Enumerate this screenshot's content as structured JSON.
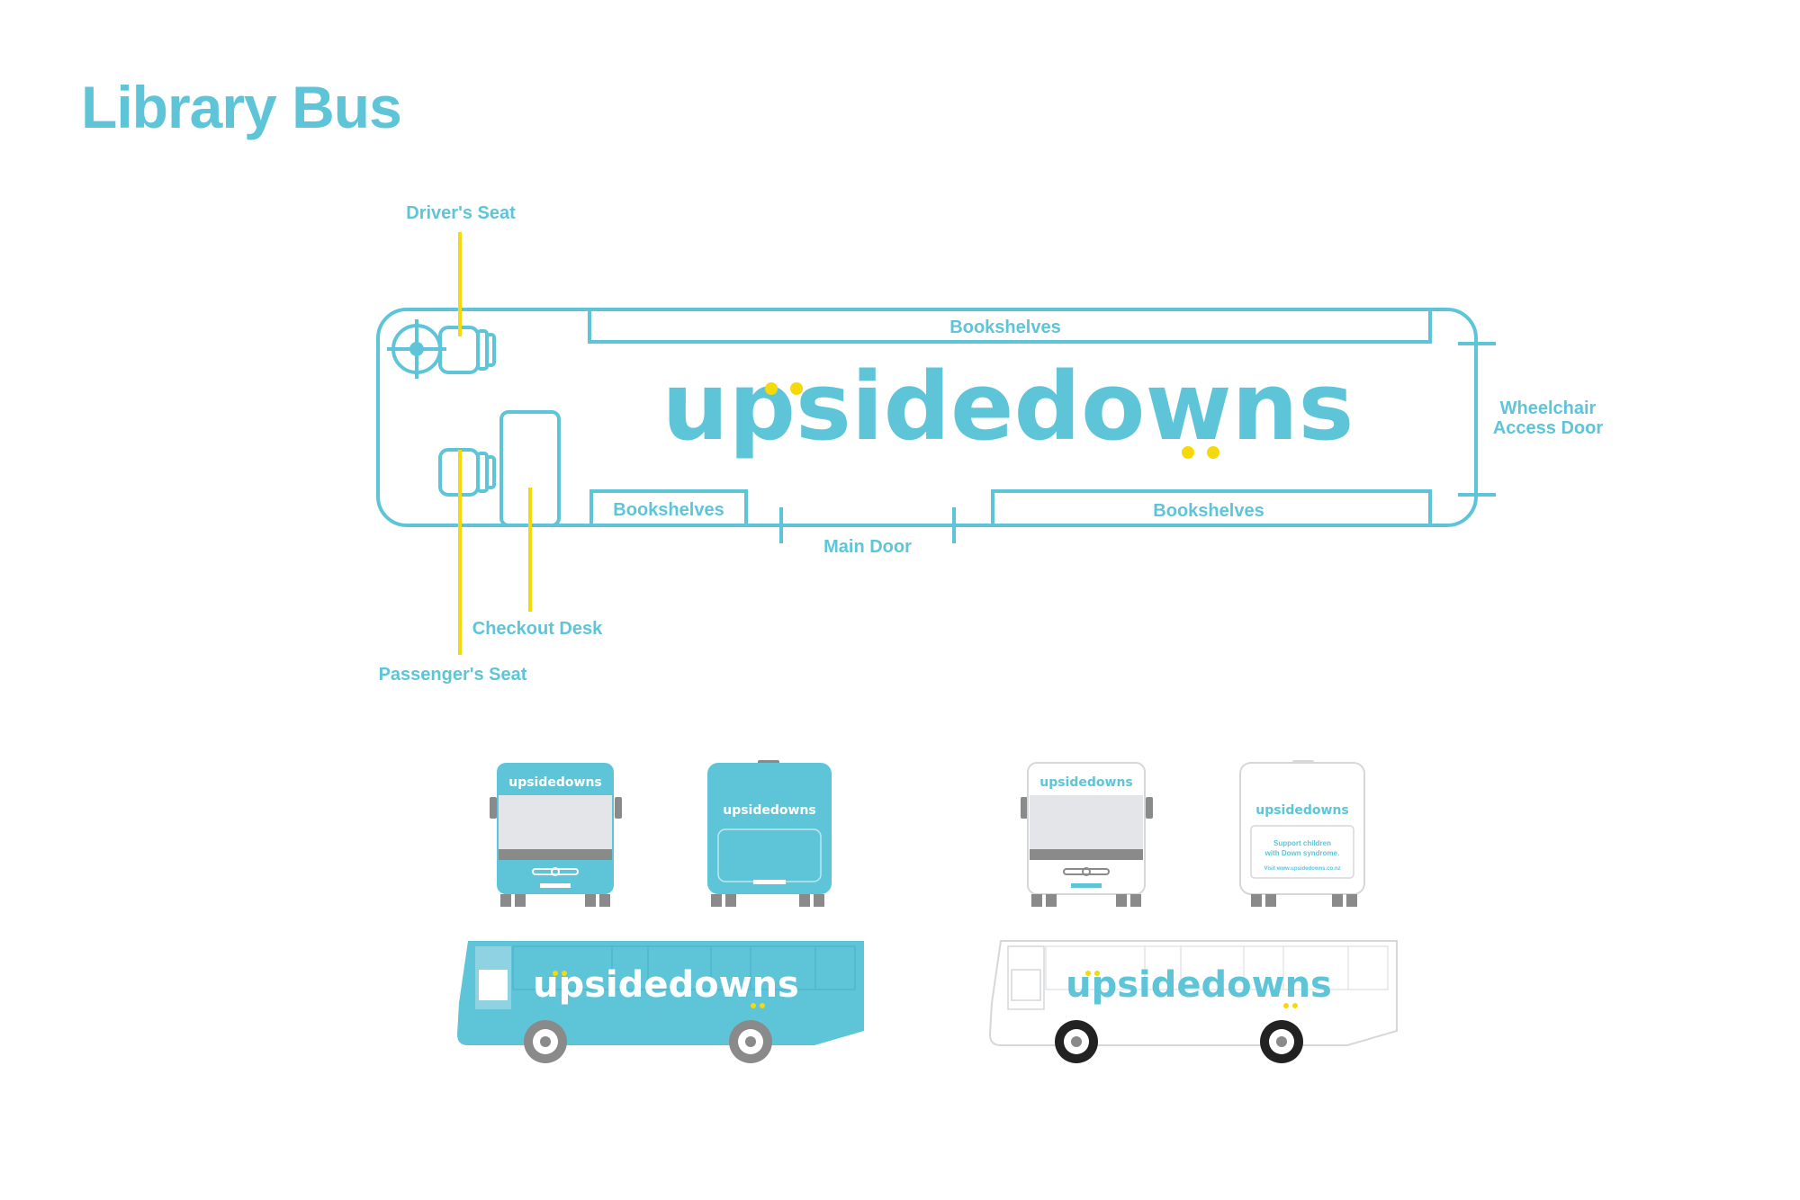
{
  "page": {
    "title": "Library Bus"
  },
  "colors": {
    "accent": "#5ec5d9",
    "yellow": "#f5d90a",
    "grey": "#8a8a8a"
  },
  "floorplan": {
    "labels": {
      "drivers_seat": "Driver's Seat",
      "passengers_seat": "Passenger's Seat",
      "checkout_desk": "Checkout Desk",
      "bookshelves_top": "Bookshelves",
      "bookshelves_bottom_left": "Bookshelves",
      "bookshelves_bottom_right": "Bookshelves",
      "main_door": "Main Door",
      "wheelchair_line1": "Wheelchair",
      "wheelchair_line2": "Access Door"
    },
    "logo": "upsidedowns"
  },
  "elevations": {
    "blue_front_logo": "upsidedowns",
    "blue_rear_logo": "upsidedowns",
    "blue_side_logo": "upsidedowns",
    "white_front_logo": "upsidedowns",
    "white_rear_logo": "upsidedowns",
    "white_rear_text_line1": "Support children",
    "white_rear_text_line2": "with Down syndrome.",
    "white_rear_url": "Visit www.upsidedowns.co.nz",
    "white_side_logo": "upsidedowns"
  }
}
